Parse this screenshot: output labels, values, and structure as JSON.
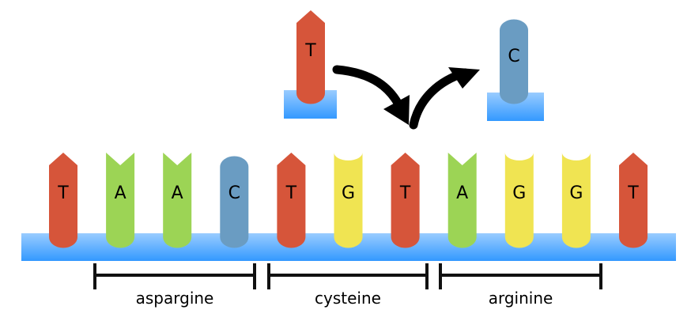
{
  "diagram": {
    "title": "Point mutation in DNA strand",
    "colors": {
      "T": "#d6553a",
      "A": "#9cd455",
      "C": "#6a9cc2",
      "G": "#f0e452",
      "backbone_top": "#99ccff",
      "backbone_bottom": "#3399ff",
      "arrow": "#000000",
      "bracket": "#111111"
    },
    "strand": {
      "bases": [
        {
          "letter": "T",
          "shape": "arrow"
        },
        {
          "letter": "A",
          "shape": "notch"
        },
        {
          "letter": "A",
          "shape": "notch"
        },
        {
          "letter": "C",
          "shape": "round"
        },
        {
          "letter": "T",
          "shape": "arrow"
        },
        {
          "letter": "G",
          "shape": "cup"
        },
        {
          "letter": "T",
          "shape": "arrow"
        },
        {
          "letter": "A",
          "shape": "notch"
        },
        {
          "letter": "G",
          "shape": "cup"
        },
        {
          "letter": "G",
          "shape": "cup"
        },
        {
          "letter": "T",
          "shape": "arrow"
        }
      ]
    },
    "codons": [
      {
        "label": "aspargine"
      },
      {
        "label": "cysteine"
      },
      {
        "label": "arginine"
      }
    ],
    "incoming_base": {
      "letter": "T",
      "shape": "arrow"
    },
    "outgoing_base": {
      "letter": "C",
      "shape": "round"
    },
    "arrows": [
      {
        "name": "incoming-arrow",
        "direction": "into strand"
      },
      {
        "name": "outgoing-arrow",
        "direction": "out of strand"
      }
    ]
  }
}
